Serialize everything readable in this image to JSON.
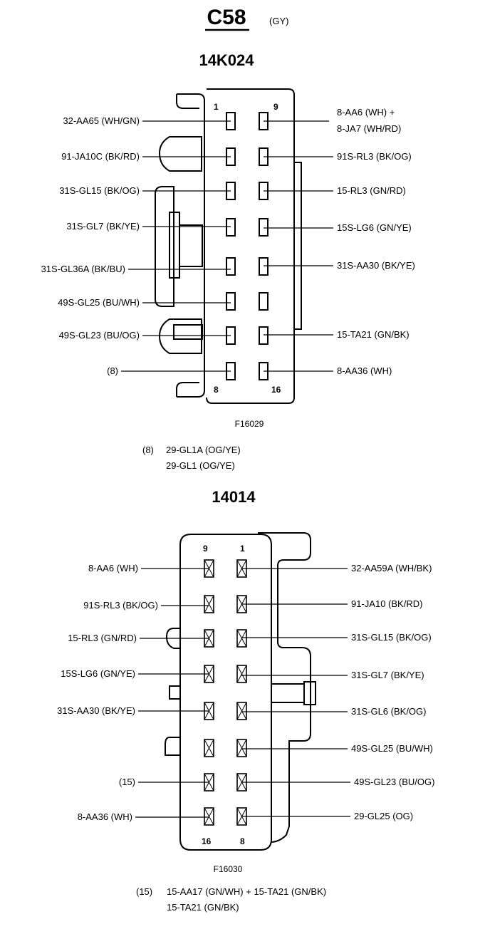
{
  "header": {
    "connector": "C58",
    "color_code": "(GY)"
  },
  "connector_a": {
    "part": "14K024",
    "figure": "F16029",
    "corner_pins": {
      "top_left": "1",
      "top_right": "9",
      "bottom_left": "8",
      "bottom_right": "16"
    },
    "left_labels": [
      "32-AA65 (WH/GN)",
      "91-JA10C (BK/RD)",
      "31S-GL15 (BK/OG)",
      "31S-GL7 (BK/YE)",
      "31S-GL36A (BK/BU)",
      "49S-GL25 (BU/WH)",
      "49S-GL23 (BU/OG)",
      "(8)"
    ],
    "right_labels": [
      "8-AA6 (WH) +",
      "8-JA7 (WH/RD)",
      "91S-RL3 (BK/OG)",
      "15-RL3 (GN/RD)",
      "15S-LG6 (GN/YE)",
      "31S-AA30 (BK/YE)",
      "15-TA21 (GN/BK)",
      "8-AA36 (WH)"
    ],
    "footnote": {
      "ref": "(8)",
      "line1": "29-GL1A (OG/YE)",
      "line2": "29-GL1 (OG/YE)"
    }
  },
  "connector_b": {
    "part": "14014",
    "figure": "F16030",
    "corner_pins": {
      "top_left": "9",
      "top_right": "1",
      "bottom_left": "16",
      "bottom_right": "8"
    },
    "left_labels": [
      "8-AA6 (WH)",
      "91S-RL3 (BK/OG)",
      "15-RL3 (GN/RD)",
      "15S-LG6 (GN/YE)",
      "31S-AA30 (BK/YE)",
      "(15)",
      "8-AA36 (WH)"
    ],
    "right_labels": [
      "32-AA59A (WH/BK)",
      "91-JA10 (BK/RD)",
      "31S-GL15 (BK/OG)",
      "31S-GL7 (BK/YE)",
      "31S-GL6 (BK/OG)",
      "49S-GL25 (BU/WH)",
      "49S-GL23 (BU/OG)",
      "29-GL25 (OG)"
    ],
    "footnote": {
      "ref": "(15)",
      "line1": "15-AA17 (GN/WH) + 15-TA21 (GN/BK)",
      "line2": "15-TA21 (GN/BK)"
    }
  }
}
